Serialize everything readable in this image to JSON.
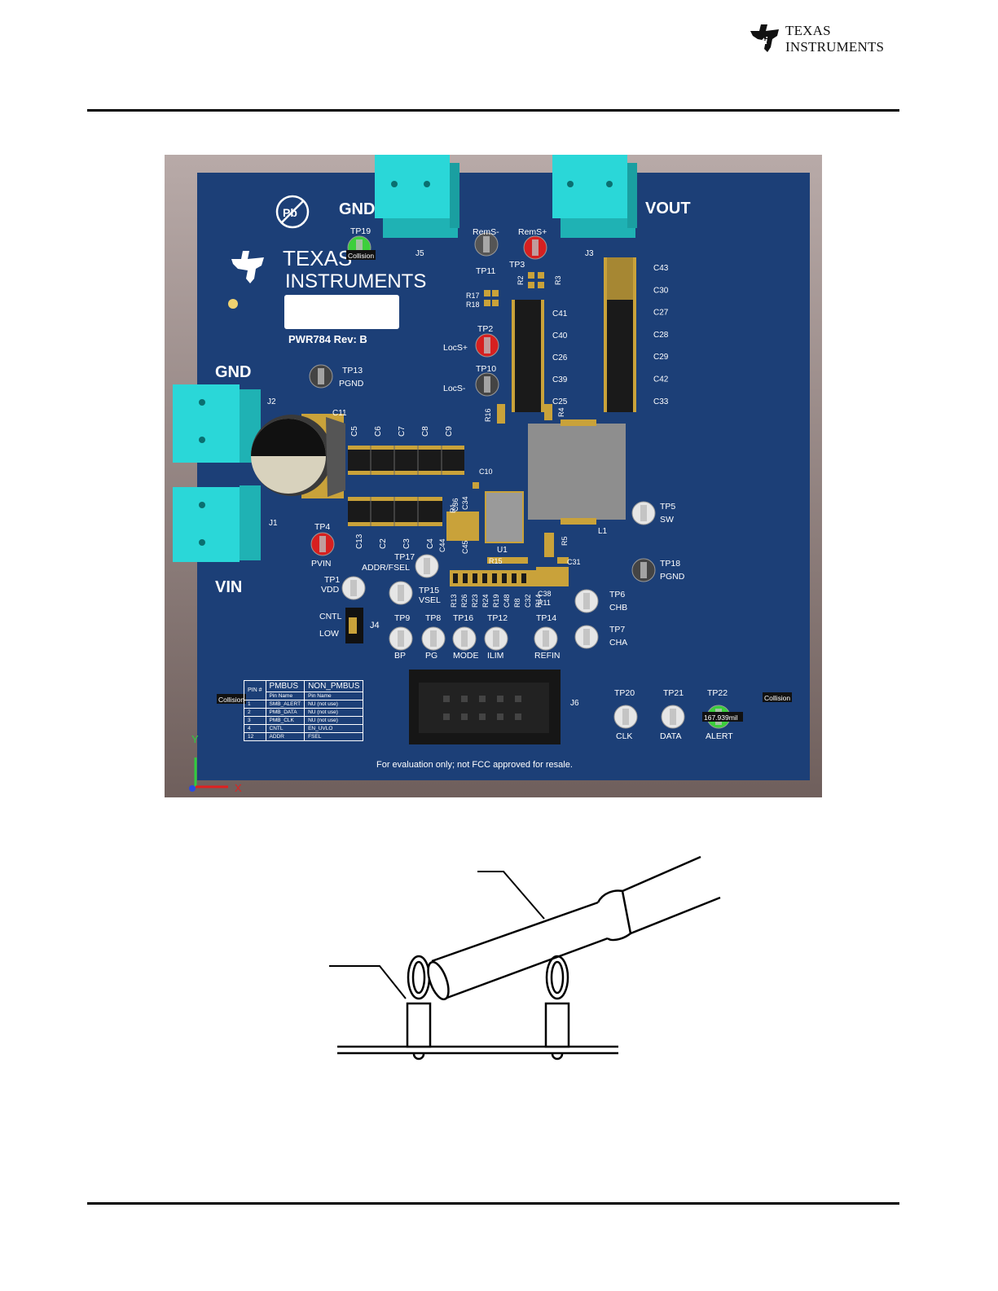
{
  "header": {
    "brand_line1": "Texas",
    "brand_line2": "Instruments"
  },
  "board": {
    "brand_line1": "Texas",
    "brand_line2": "Instruments",
    "rev_label": "PWR784 Rev: B",
    "pb_symbol": "Pb",
    "big_labels": {
      "gnd_top": "GND",
      "vout": "VOUT",
      "gnd_left": "GND",
      "vin": "VIN"
    },
    "connectors": {
      "j5": "J5",
      "j3": "J3",
      "j2": "J2",
      "j1": "J1",
      "j4": "J4",
      "j6": "J6"
    },
    "collision": "Collision",
    "measure": "167.939mil",
    "disclaimer": "For evaluation only; not FCC approved for resale.",
    "test_points": [
      {
        "name": "TP19"
      },
      {
        "name": "RemS-"
      },
      {
        "name": "RemS+"
      },
      {
        "name": "TP11"
      },
      {
        "name": "TP3"
      },
      {
        "name": "TP2"
      },
      {
        "name": "LocS+"
      },
      {
        "name": "TP10"
      },
      {
        "name": "LocS-"
      },
      {
        "name": "TP13"
      },
      {
        "name": "PGND"
      },
      {
        "name": "TP4"
      },
      {
        "name": "PVIN"
      },
      {
        "name": "TP17"
      },
      {
        "name": "ADDR/FSEL"
      },
      {
        "name": "TP1"
      },
      {
        "name": "VDD"
      },
      {
        "name": "TP15"
      },
      {
        "name": "VSEL"
      },
      {
        "name": "CNTL"
      },
      {
        "name": "LOW"
      },
      {
        "name": "TP9"
      },
      {
        "name": "BP"
      },
      {
        "name": "TP8"
      },
      {
        "name": "PG"
      },
      {
        "name": "TP16"
      },
      {
        "name": "MODE"
      },
      {
        "name": "TP12"
      },
      {
        "name": "ILIM"
      },
      {
        "name": "TP14"
      },
      {
        "name": "REFIN"
      },
      {
        "name": "TP5"
      },
      {
        "name": "SW"
      },
      {
        "name": "TP18"
      },
      {
        "name": "PGND"
      },
      {
        "name": "TP6"
      },
      {
        "name": "CHB"
      },
      {
        "name": "TP7"
      },
      {
        "name": "CHA"
      },
      {
        "name": "TP20"
      },
      {
        "name": "CLK"
      },
      {
        "name": "TP21"
      },
      {
        "name": "DATA"
      },
      {
        "name": "TP22"
      },
      {
        "name": "ALERT"
      }
    ],
    "components": {
      "output_caps_left": [
        "C41",
        "C40",
        "C26",
        "C39",
        "C25"
      ],
      "output_caps_right": [
        "C43",
        "C30",
        "C27",
        "C28",
        "C29",
        "C42",
        "C33"
      ],
      "input_caps_top": [
        "C5",
        "C6",
        "C7",
        "C8",
        "C9"
      ],
      "input_caps_bottom": [
        "C13",
        "C2",
        "C3",
        "C4"
      ],
      "misc": [
        "C11",
        "C10",
        "C36",
        "C34",
        "R1",
        "C44",
        "C45",
        "U1",
        "L1",
        "R15",
        "C31",
        "R5",
        "C38",
        "R11",
        "R2",
        "R3",
        "R17",
        "R18",
        "R16",
        "R4"
      ],
      "resistor_row": [
        "R13",
        "R26",
        "R23",
        "R24",
        "R19",
        "C48",
        "R8",
        "C32",
        "R14"
      ]
    },
    "pin_table": {
      "headers": [
        "PIN #",
        "PMBUS",
        "NON_PMBUS"
      ],
      "subheaders": [
        "Pin Name",
        "Pin Name"
      ],
      "rows": [
        [
          "1",
          "SMB_ALERT",
          "NU (not use)"
        ],
        [
          "2",
          "PMB_DATA",
          "NU (not use)"
        ],
        [
          "3",
          "PMB_CLK",
          "NU (not use)"
        ],
        [
          "4",
          "CNTL",
          "EN_UVLO"
        ],
        [
          "12",
          "ADDR",
          "FSEL"
        ]
      ]
    },
    "axis": {
      "y": "Y",
      "x": "X"
    }
  }
}
